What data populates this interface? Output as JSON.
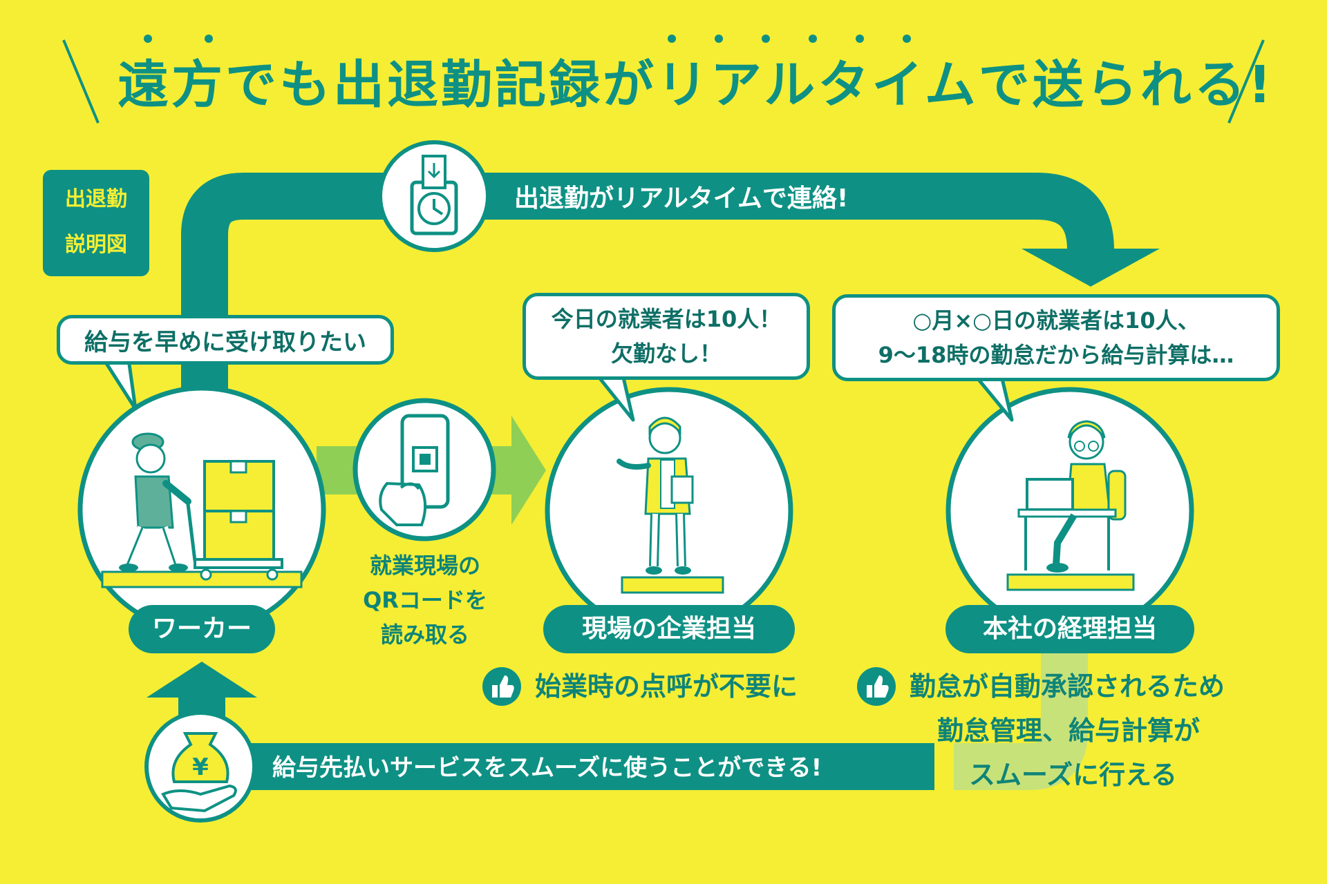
{
  "title": "遠方でも出退勤記録がリアルタイムで送られる!",
  "tag": {
    "line1": "出退勤",
    "line2": "説明図"
  },
  "top_arrow_label": "出退勤がリアルタイムで連絡!",
  "bottom_arrow_label": "給与先払いサービスをスムーズに使うことができる!",
  "worker": {
    "bubble": "給与を早めに受け取りたい",
    "label": "ワーカー"
  },
  "qr_step": {
    "line1": "就業現場の",
    "line2": "QRコードを",
    "line3": "読み取る"
  },
  "site_manager": {
    "bubble_line1": "今日の就業者は10人！",
    "bubble_line2": "欠勤なし！",
    "label": "現場の企業担当",
    "benefit": "始業時の点呼が不要に"
  },
  "accountant": {
    "bubble_line1": "○月×○日の就業者は10人、",
    "bubble_line2": "9～18時の勤怠だから給与計算は…",
    "label": "本社の経理担当",
    "benefit_line1": "勤怠が自動承認されるため",
    "benefit_line2": "勤怠管理、給与計算が",
    "benefit_line3": "スムーズに行える"
  },
  "icons": {
    "clock": "time-card-clock-icon",
    "phone": "qr-phone-icon",
    "money": "yen-money-bag-icon",
    "thumbs": "thumbs-up-icon"
  },
  "colors": {
    "background": "#f5ee34",
    "teal": "#0e9184",
    "light_green": "#8fcf55",
    "white": "#ffffff"
  }
}
